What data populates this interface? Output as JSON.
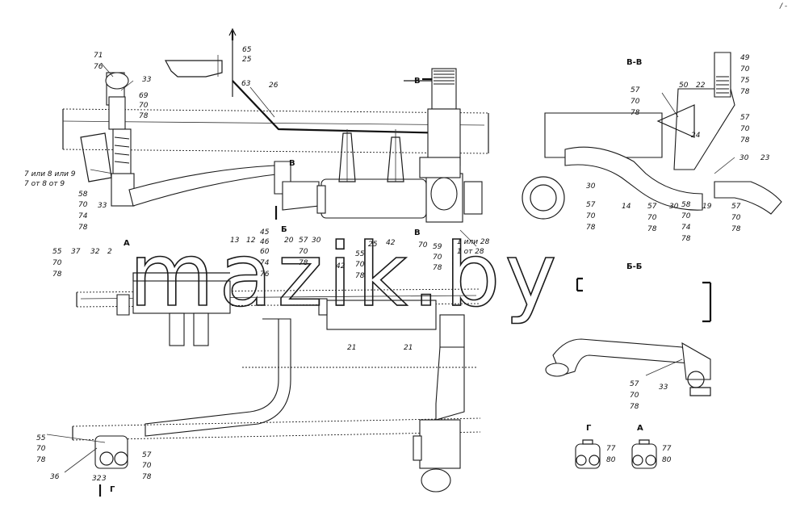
{
  "watermark": "mazik.by",
  "corner_mark": "/ -",
  "labels": {
    "l71": "71",
    "l76": "76",
    "l33a": "33",
    "l69": "69",
    "l70a": "70",
    "l78a": "78",
    "l7or": "7 или 8 или 9",
    "l7ot": "7 от 8 от 9",
    "l58a": "58",
    "l70b": "70",
    "l74a": "74",
    "l78b": "78",
    "l33b": "33",
    "l13": "13",
    "l12": "12",
    "l45": "45",
    "l46": "46",
    "l20": "20",
    "l60": "60",
    "l74b": "74",
    "l76b": "76",
    "l57a": "57",
    "l70c": "70",
    "l78c": "78",
    "l30a": "30",
    "lB1": "Б",
    "lV1": "В",
    "lV2": "В",
    "lV3": "В",
    "l65": "65",
    "l25": "25",
    "l63": "63",
    "l26": "26",
    "l1or": "1 или 28",
    "l1ot": "1 от 28",
    "l25b": "25",
    "l42a": "42",
    "l59": "59",
    "l70d": "70",
    "l78d": "78",
    "l55a": "55",
    "l70e": "70",
    "l78e": "78",
    "l42b": "42",
    "l55b": "55",
    "l37": "37",
    "l32a": "32",
    "l2": "2",
    "lA1": "А",
    "l70f": "70",
    "l78f": "78",
    "l21a": "21",
    "l21b": "21",
    "l55c": "55",
    "l70g": "70",
    "l78g": "78",
    "l36": "36",
    "l32b": "32",
    "l3": "3",
    "lG1": "Г",
    "l57b": "57",
    "l70h": "70",
    "l78h": "78",
    "sectionVV": "В-В",
    "sectionBB": "Б-Б",
    "l49": "49",
    "l70i": "70",
    "l75": "75",
    "l78i": "78",
    "l50": "50",
    "l22": "22",
    "l57c": "57",
    "l70j": "70",
    "l78j": "78",
    "l57d": "57",
    "l70k": "70",
    "l78k": "78",
    "l24": "24",
    "l30b": "30",
    "l23": "23",
    "l30c": "30",
    "l57e": "57",
    "l70l": "70",
    "l78l": "78",
    "l14": "14",
    "l57f": "57",
    "l30d": "30",
    "l58b": "58",
    "l70m": "70",
    "l74c": "74",
    "l78m": "78",
    "l19": "19",
    "l57g": "57",
    "l70n": "70",
    "l78n": "78",
    "l57h": "57",
    "l70o": "70",
    "l78o": "78",
    "l33c": "33",
    "viewG": "Г",
    "viewA": "А",
    "l77a": "77",
    "l80a": "80",
    "l77b": "77",
    "l80b": "80"
  }
}
